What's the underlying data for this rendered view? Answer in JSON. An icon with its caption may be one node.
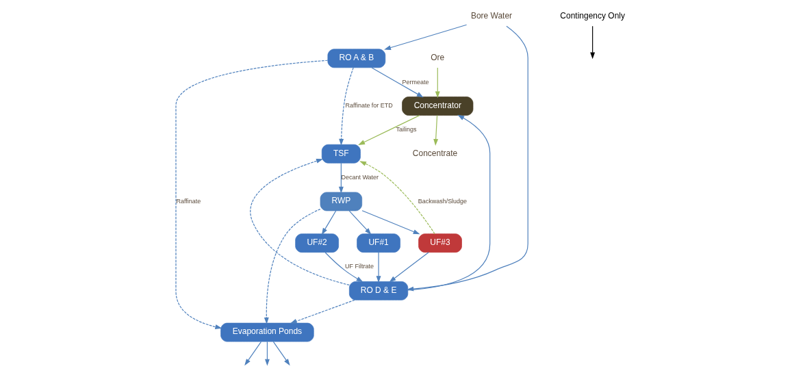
{
  "diagram": {
    "nodes": [
      {
        "text": [
          "Bore Water"
        ]
      },
      {
        "text": [
          "RO A & B"
        ]
      },
      {
        "text": [
          "RO D & E"
        ]
      },
      {
        "text": [
          "Evaporation Ponds"
        ]
      },
      {
        "text": [
          "UF#1"
        ]
      },
      {
        "text": [
          "UF#2"
        ]
      },
      {
        "text": [
          "UF#3"
        ]
      },
      {
        "text": [
          "Ore"
        ]
      },
      {
        "text": [
          "Concentrator"
        ]
      },
      {
        "text": [
          "Concentrate"
        ]
      },
      {
        "text": [
          "TSF"
        ]
      },
      {
        "text": [
          "RWP"
        ]
      },
      {
        "text": [
          "Contingency Only"
        ]
      }
    ],
    "edges": [
      {
        "from": 0,
        "to": 1,
        "arrow": "to"
      },
      {
        "from": 0,
        "to": 2,
        "arrow": "to"
      },
      {
        "from": 1,
        "to": 3,
        "arrow": "to",
        "style": "dashed",
        "label": "Raffinate"
      },
      {
        "from": 2,
        "to": 3,
        "arrow": "to",
        "style": "dashed"
      },
      {
        "from": 1,
        "to": 10,
        "arrow": "to",
        "style": "dashed",
        "label": "Raffinate for ETD"
      },
      {
        "from": 2,
        "to": 10,
        "arrow": "to",
        "style": "dashed"
      },
      {
        "from": 1,
        "to": 8,
        "arrow": "to",
        "label": "Permeate"
      },
      {
        "from": 2,
        "to": 8,
        "arrow": "to"
      },
      {
        "from": 4,
        "to": 2,
        "arrow": "to"
      },
      {
        "from": 5,
        "to": 2,
        "arrow": "to",
        "label": "UF Filtrate"
      },
      {
        "from": 6,
        "to": 2,
        "arrow": "to"
      },
      {
        "from": 11,
        "to": 4,
        "arrow": "to"
      },
      {
        "from": 11,
        "to": 5,
        "arrow": "to"
      },
      {
        "from": 11,
        "to": 6,
        "arrow": "to"
      },
      {
        "from": 11,
        "to": 3,
        "arrow": "to",
        "style": "dashed"
      },
      {
        "from": 10,
        "to": 11,
        "arrow": "to",
        "label": "Decant Water"
      },
      {
        "from": 6,
        "to": 10,
        "arrow": "to",
        "style": "dashed",
        "color": "#9bbb59",
        "label": "Backwash/Sludge"
      },
      {
        "from": 7,
        "to": 8,
        "arrow": "to",
        "color": "#9bbb59"
      },
      {
        "from": 8,
        "to": 9,
        "arrow": "to",
        "color": "#9bbb59"
      },
      {
        "from": 8,
        "to": 10,
        "arrow": "to",
        "color": "#9bbb59",
        "label": "Tailings"
      },
      {
        "from": 3,
        "to": null,
        "arrow": "to"
      },
      {
        "from": 3,
        "to": null,
        "arrow": "to"
      },
      {
        "from": 3,
        "to": null,
        "arrow": "to"
      },
      {
        "from": 12,
        "to": null,
        "arrow": "to",
        "color": "#000000"
      }
    ]
  }
}
